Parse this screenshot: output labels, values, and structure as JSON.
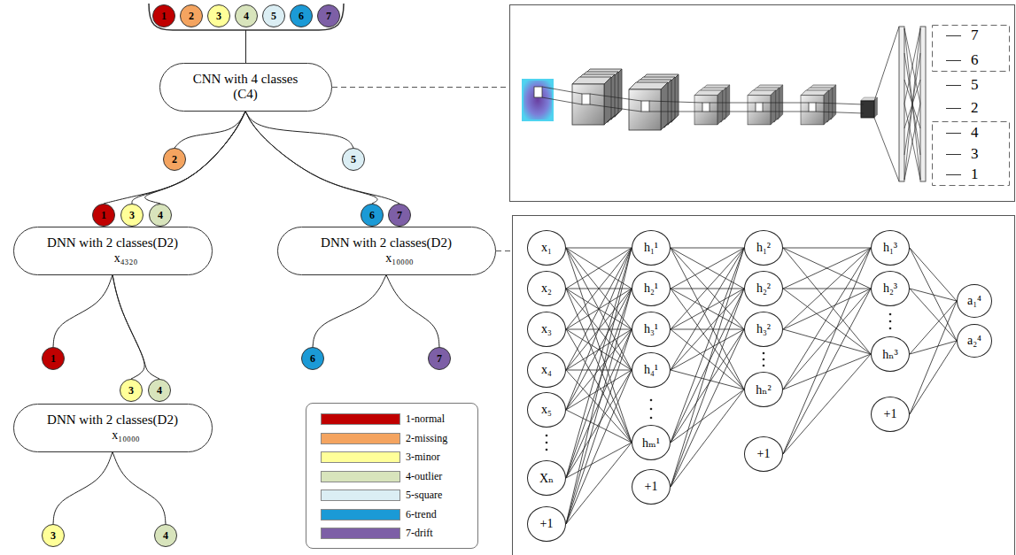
{
  "diagram": {
    "nodes": [
      {
        "text": [
          "1"
        ]
      },
      {
        "text": [
          "2"
        ]
      },
      {
        "text": [
          "3"
        ]
      },
      {
        "text": [
          "4"
        ]
      },
      {
        "text": [
          "5"
        ]
      },
      {
        "text": [
          "6"
        ]
      },
      {
        "text": [
          "7"
        ]
      },
      {
        "text": [
          "CNN with 4 classes (C4)"
        ]
      },
      {
        "text": [
          "2"
        ]
      },
      {
        "text": [
          "5"
        ]
      },
      {
        "text": [
          "1"
        ]
      },
      {
        "text": [
          "3"
        ]
      },
      {
        "text": [
          "4"
        ]
      },
      {
        "text": [
          "DNN with 2 classes(D2)",
          "x₄₃₂₀"
        ]
      },
      {
        "text": [
          "6"
        ]
      },
      {
        "text": [
          "7"
        ]
      },
      {
        "text": [
          "DNN with 2 classes(D2)",
          "x₁₀₀₀₀"
        ]
      },
      {
        "text": [
          "1"
        ]
      },
      {
        "text": [
          "3"
        ]
      },
      {
        "text": [
          "4"
        ]
      },
      {
        "text": [
          "DNN with 2 classes(D2)",
          "x₁₀₀₀₀"
        ]
      },
      {
        "text": [
          "3"
        ]
      },
      {
        "text": [
          "4"
        ]
      },
      {
        "text": [
          "6"
        ]
      },
      {
        "text": [
          "7"
        ]
      },
      {
        "text": [
          "x₁"
        ]
      },
      {
        "text": [
          "x₂"
        ]
      },
      {
        "text": [
          "x₃"
        ]
      },
      {
        "text": [
          "x₄"
        ]
      },
      {
        "text": [
          "x₅"
        ]
      },
      {
        "text": [
          "Xₙ"
        ]
      },
      {
        "text": [
          "+1"
        ]
      },
      {
        "text": [
          "h₁¹"
        ]
      },
      {
        "text": [
          "h₂¹"
        ]
      },
      {
        "text": [
          "h₃¹"
        ]
      },
      {
        "text": [
          "h₄¹"
        ]
      },
      {
        "text": [
          "hₘ¹"
        ]
      },
      {
        "text": [
          "+1"
        ]
      },
      {
        "text": [
          "h₁²"
        ]
      },
      {
        "text": [
          "h₂²"
        ]
      },
      {
        "text": [
          "h₃²"
        ]
      },
      {
        "text": [
          "hₙ²"
        ]
      },
      {
        "text": [
          "+1"
        ]
      },
      {
        "text": [
          "h₁³"
        ]
      },
      {
        "text": [
          "h₂³"
        ]
      },
      {
        "text": [
          "hₙ³"
        ]
      },
      {
        "text": [
          "+1"
        ]
      },
      {
        "text": [
          "a₁⁴"
        ]
      },
      {
        "text": [
          "a₂⁴"
        ]
      }
    ],
    "edges": [
      {
        "from": 7,
        "to": 8,
        "arrow": "none"
      },
      {
        "from": 7,
        "to": 9,
        "arrow": "none"
      },
      {
        "from": 7,
        "to": 10,
        "arrow": "none"
      },
      {
        "from": 7,
        "to": 11,
        "arrow": "none"
      },
      {
        "from": 7,
        "to": 12,
        "arrow": "none"
      },
      {
        "from": 7,
        "to": 14,
        "arrow": "none"
      },
      {
        "from": 7,
        "to": 15,
        "arrow": "none"
      },
      {
        "from": 13,
        "to": 17,
        "arrow": "none"
      },
      {
        "from": 13,
        "to": 18,
        "arrow": "none"
      },
      {
        "from": 13,
        "to": 19,
        "arrow": "none"
      },
      {
        "from": 16,
        "to": 23,
        "arrow": "none"
      },
      {
        "from": 16,
        "to": 24,
        "arrow": "none"
      },
      {
        "from": 20,
        "to": 21,
        "arrow": "none"
      },
      {
        "from": 20,
        "to": 22,
        "arrow": "none"
      },
      {
        "from": 25,
        "to": 32,
        "arrow": "none"
      },
      {
        "from": 25,
        "to": 33,
        "arrow": "none"
      },
      {
        "from": 25,
        "to": 34,
        "arrow": "none"
      },
      {
        "from": 25,
        "to": 35,
        "arrow": "none"
      },
      {
        "from": 25,
        "to": 36,
        "arrow": "none"
      },
      {
        "from": 26,
        "to": 32,
        "arrow": "none"
      },
      {
        "from": 26,
        "to": 33,
        "arrow": "none"
      },
      {
        "from": 26,
        "to": 34,
        "arrow": "none"
      },
      {
        "from": 26,
        "to": 35,
        "arrow": "none"
      },
      {
        "from": 26,
        "to": 36,
        "arrow": "none"
      },
      {
        "from": 27,
        "to": 32,
        "arrow": "none"
      },
      {
        "from": 27,
        "to": 33,
        "arrow": "none"
      },
      {
        "from": 27,
        "to": 34,
        "arrow": "none"
      },
      {
        "from": 27,
        "to": 35,
        "arrow": "none"
      },
      {
        "from": 27,
        "to": 36,
        "arrow": "none"
      },
      {
        "from": 28,
        "to": 32,
        "arrow": "none"
      },
      {
        "from": 28,
        "to": 33,
        "arrow": "none"
      },
      {
        "from": 28,
        "to": 34,
        "arrow": "none"
      },
      {
        "from": 28,
        "to": 35,
        "arrow": "none"
      },
      {
        "from": 28,
        "to": 36,
        "arrow": "none"
      },
      {
        "from": 29,
        "to": 32,
        "arrow": "none"
      },
      {
        "from": 29,
        "to": 33,
        "arrow": "none"
      },
      {
        "from": 29,
        "to": 34,
        "arrow": "none"
      },
      {
        "from": 29,
        "to": 35,
        "arrow": "none"
      },
      {
        "from": 29,
        "to": 36,
        "arrow": "none"
      },
      {
        "from": 30,
        "to": 32,
        "arrow": "none"
      },
      {
        "from": 30,
        "to": 33,
        "arrow": "none"
      },
      {
        "from": 30,
        "to": 34,
        "arrow": "none"
      },
      {
        "from": 30,
        "to": 35,
        "arrow": "none"
      },
      {
        "from": 30,
        "to": 36,
        "arrow": "none"
      },
      {
        "from": 31,
        "to": 32,
        "arrow": "none"
      },
      {
        "from": 31,
        "to": 33,
        "arrow": "none"
      },
      {
        "from": 31,
        "to": 34,
        "arrow": "none"
      },
      {
        "from": 31,
        "to": 35,
        "arrow": "none"
      },
      {
        "from": 31,
        "to": 36,
        "arrow": "none"
      },
      {
        "from": 32,
        "to": 38,
        "arrow": "none"
      },
      {
        "from": 32,
        "to": 39,
        "arrow": "none"
      },
      {
        "from": 32,
        "to": 40,
        "arrow": "none"
      },
      {
        "from": 32,
        "to": 41,
        "arrow": "none"
      },
      {
        "from": 33,
        "to": 38,
        "arrow": "none"
      },
      {
        "from": 33,
        "to": 39,
        "arrow": "none"
      },
      {
        "from": 33,
        "to": 40,
        "arrow": "none"
      },
      {
        "from": 33,
        "to": 41,
        "arrow": "none"
      },
      {
        "from": 34,
        "to": 38,
        "arrow": "none"
      },
      {
        "from": 34,
        "to": 39,
        "arrow": "none"
      },
      {
        "from": 34,
        "to": 40,
        "arrow": "none"
      },
      {
        "from": 34,
        "to": 41,
        "arrow": "none"
      },
      {
        "from": 35,
        "to": 38,
        "arrow": "none"
      },
      {
        "from": 35,
        "to": 39,
        "arrow": "none"
      },
      {
        "from": 35,
        "to": 40,
        "arrow": "none"
      },
      {
        "from": 35,
        "to": 41,
        "arrow": "none"
      },
      {
        "from": 36,
        "to": 38,
        "arrow": "none"
      },
      {
        "from": 36,
        "to": 39,
        "arrow": "none"
      },
      {
        "from": 36,
        "to": 40,
        "arrow": "none"
      },
      {
        "from": 36,
        "to": 41,
        "arrow": "none"
      },
      {
        "from": 37,
        "to": 38,
        "arrow": "none"
      },
      {
        "from": 37,
        "to": 39,
        "arrow": "none"
      },
      {
        "from": 37,
        "to": 40,
        "arrow": "none"
      },
      {
        "from": 37,
        "to": 41,
        "arrow": "none"
      },
      {
        "from": 38,
        "to": 43,
        "arrow": "none"
      },
      {
        "from": 38,
        "to": 44,
        "arrow": "none"
      },
      {
        "from": 38,
        "to": 45,
        "arrow": "none"
      },
      {
        "from": 39,
        "to": 43,
        "arrow": "none"
      },
      {
        "from": 39,
        "to": 44,
        "arrow": "none"
      },
      {
        "from": 39,
        "to": 45,
        "arrow": "none"
      },
      {
        "from": 40,
        "to": 43,
        "arrow": "none"
      },
      {
        "from": 40,
        "to": 44,
        "arrow": "none"
      },
      {
        "from": 40,
        "to": 45,
        "arrow": "none"
      },
      {
        "from": 41,
        "to": 43,
        "arrow": "none"
      },
      {
        "from": 41,
        "to": 44,
        "arrow": "none"
      },
      {
        "from": 41,
        "to": 45,
        "arrow": "none"
      },
      {
        "from": 42,
        "to": 43,
        "arrow": "none"
      },
      {
        "from": 42,
        "to": 44,
        "arrow": "none"
      },
      {
        "from": 42,
        "to": 45,
        "arrow": "none"
      },
      {
        "from": 43,
        "to": 47,
        "arrow": "none"
      },
      {
        "from": 43,
        "to": 48,
        "arrow": "none"
      },
      {
        "from": 44,
        "to": 47,
        "arrow": "none"
      },
      {
        "from": 44,
        "to": 48,
        "arrow": "none"
      },
      {
        "from": 45,
        "to": 47,
        "arrow": "none"
      },
      {
        "from": 45,
        "to": 48,
        "arrow": "none"
      },
      {
        "from": 46,
        "to": 47,
        "arrow": "none"
      },
      {
        "from": 46,
        "to": 48,
        "arrow": "none"
      }
    ],
    "labels": [
      "7",
      "6",
      "5",
      "2",
      "4",
      "3",
      "1"
    ],
    "legend": [
      {
        "text": "1-normal",
        "color": "#c00000"
      },
      {
        "text": "2-missing",
        "color": "#f4a460"
      },
      {
        "text": "3-minor",
        "color": "#ffff99"
      },
      {
        "text": "4-outlier",
        "color": "#d8e4bc"
      },
      {
        "text": "5-square",
        "color": "#dbeef4"
      },
      {
        "text": "6-trend",
        "color": "#1b9ad6"
      },
      {
        "text": "7-drift",
        "color": "#7d5fa6"
      }
    ]
  }
}
